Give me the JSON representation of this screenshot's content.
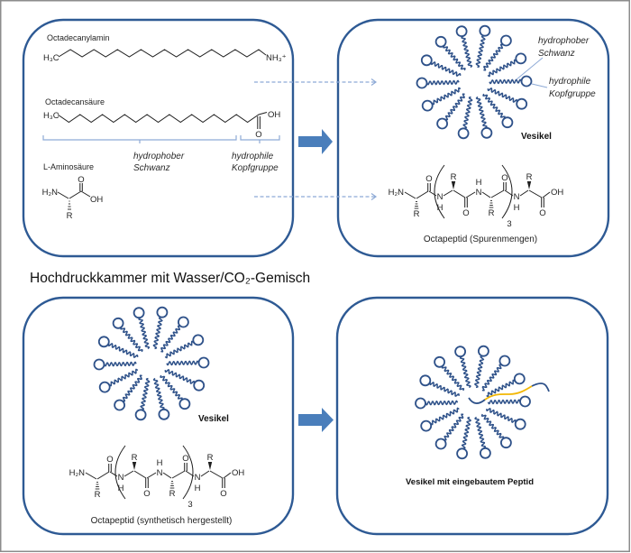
{
  "section_title": "Hochdruckkammer mit Wasser/CO₂-Gemisch",
  "colors": {
    "panel_border": "#2e5a94",
    "process_arrow": "#4a7ebb",
    "guide_lines": "#8eaad6",
    "lipid": "#2e5189",
    "peptide_highlight": "#f2b705",
    "bond": "#1f1f1f",
    "frame": "#8c8c8c"
  },
  "panels": {
    "top_left": {
      "amine": {
        "label": "Octadecanylamin",
        "tail_group": "H₃C",
        "head_group": "NH₃⁺"
      },
      "acid": {
        "label": "Octadecansäure",
        "tail_group": "H₃C",
        "hydroxyl": "OH",
        "carbonyl_o": "O"
      },
      "region_labels": {
        "tail": {
          "line1": "hydrophober",
          "line2": "Schwanz"
        },
        "head": {
          "line1": "hydrophile",
          "line2": "Kopfgruppe"
        }
      },
      "amino_acid": {
        "label": "L-Aminosäure",
        "amine": "H₂N",
        "carbonyl_o": "O",
        "hydroxyl": "OH",
        "side_chain": "R"
      }
    },
    "top_right": {
      "vesicle": {
        "label": "Vesikel",
        "lipid_count": 14,
        "annotations": {
          "tail": {
            "line1": "hydrophober",
            "line2": "Schwanz"
          },
          "head": {
            "line1": "hydrophile",
            "line2": "Kopfgruppe"
          }
        }
      },
      "peptide": {
        "caption": "Octapeptid (Spurenmengen)",
        "repeat": "3",
        "atoms": [
          "H₂N",
          "R",
          "O",
          "N",
          "H",
          "R",
          "O",
          "N",
          "H",
          "R",
          "O",
          "N",
          "H",
          "R",
          "O",
          "OH"
        ]
      }
    },
    "bottom_left": {
      "vesicle": {
        "label": "Vesikel",
        "lipid_count": 14
      },
      "peptide": {
        "caption": "Octapeptid (synthetisch hergestellt)",
        "repeat": "3",
        "atoms": [
          "H₂N",
          "R",
          "O",
          "N",
          "H",
          "R",
          "O",
          "N",
          "H",
          "R",
          "O",
          "N",
          "H",
          "R",
          "O",
          "OH"
        ]
      }
    },
    "bottom_right": {
      "vesicle": {
        "label": "Vesikel mit eingebautem Peptid",
        "lipid_count": 14
      }
    }
  }
}
